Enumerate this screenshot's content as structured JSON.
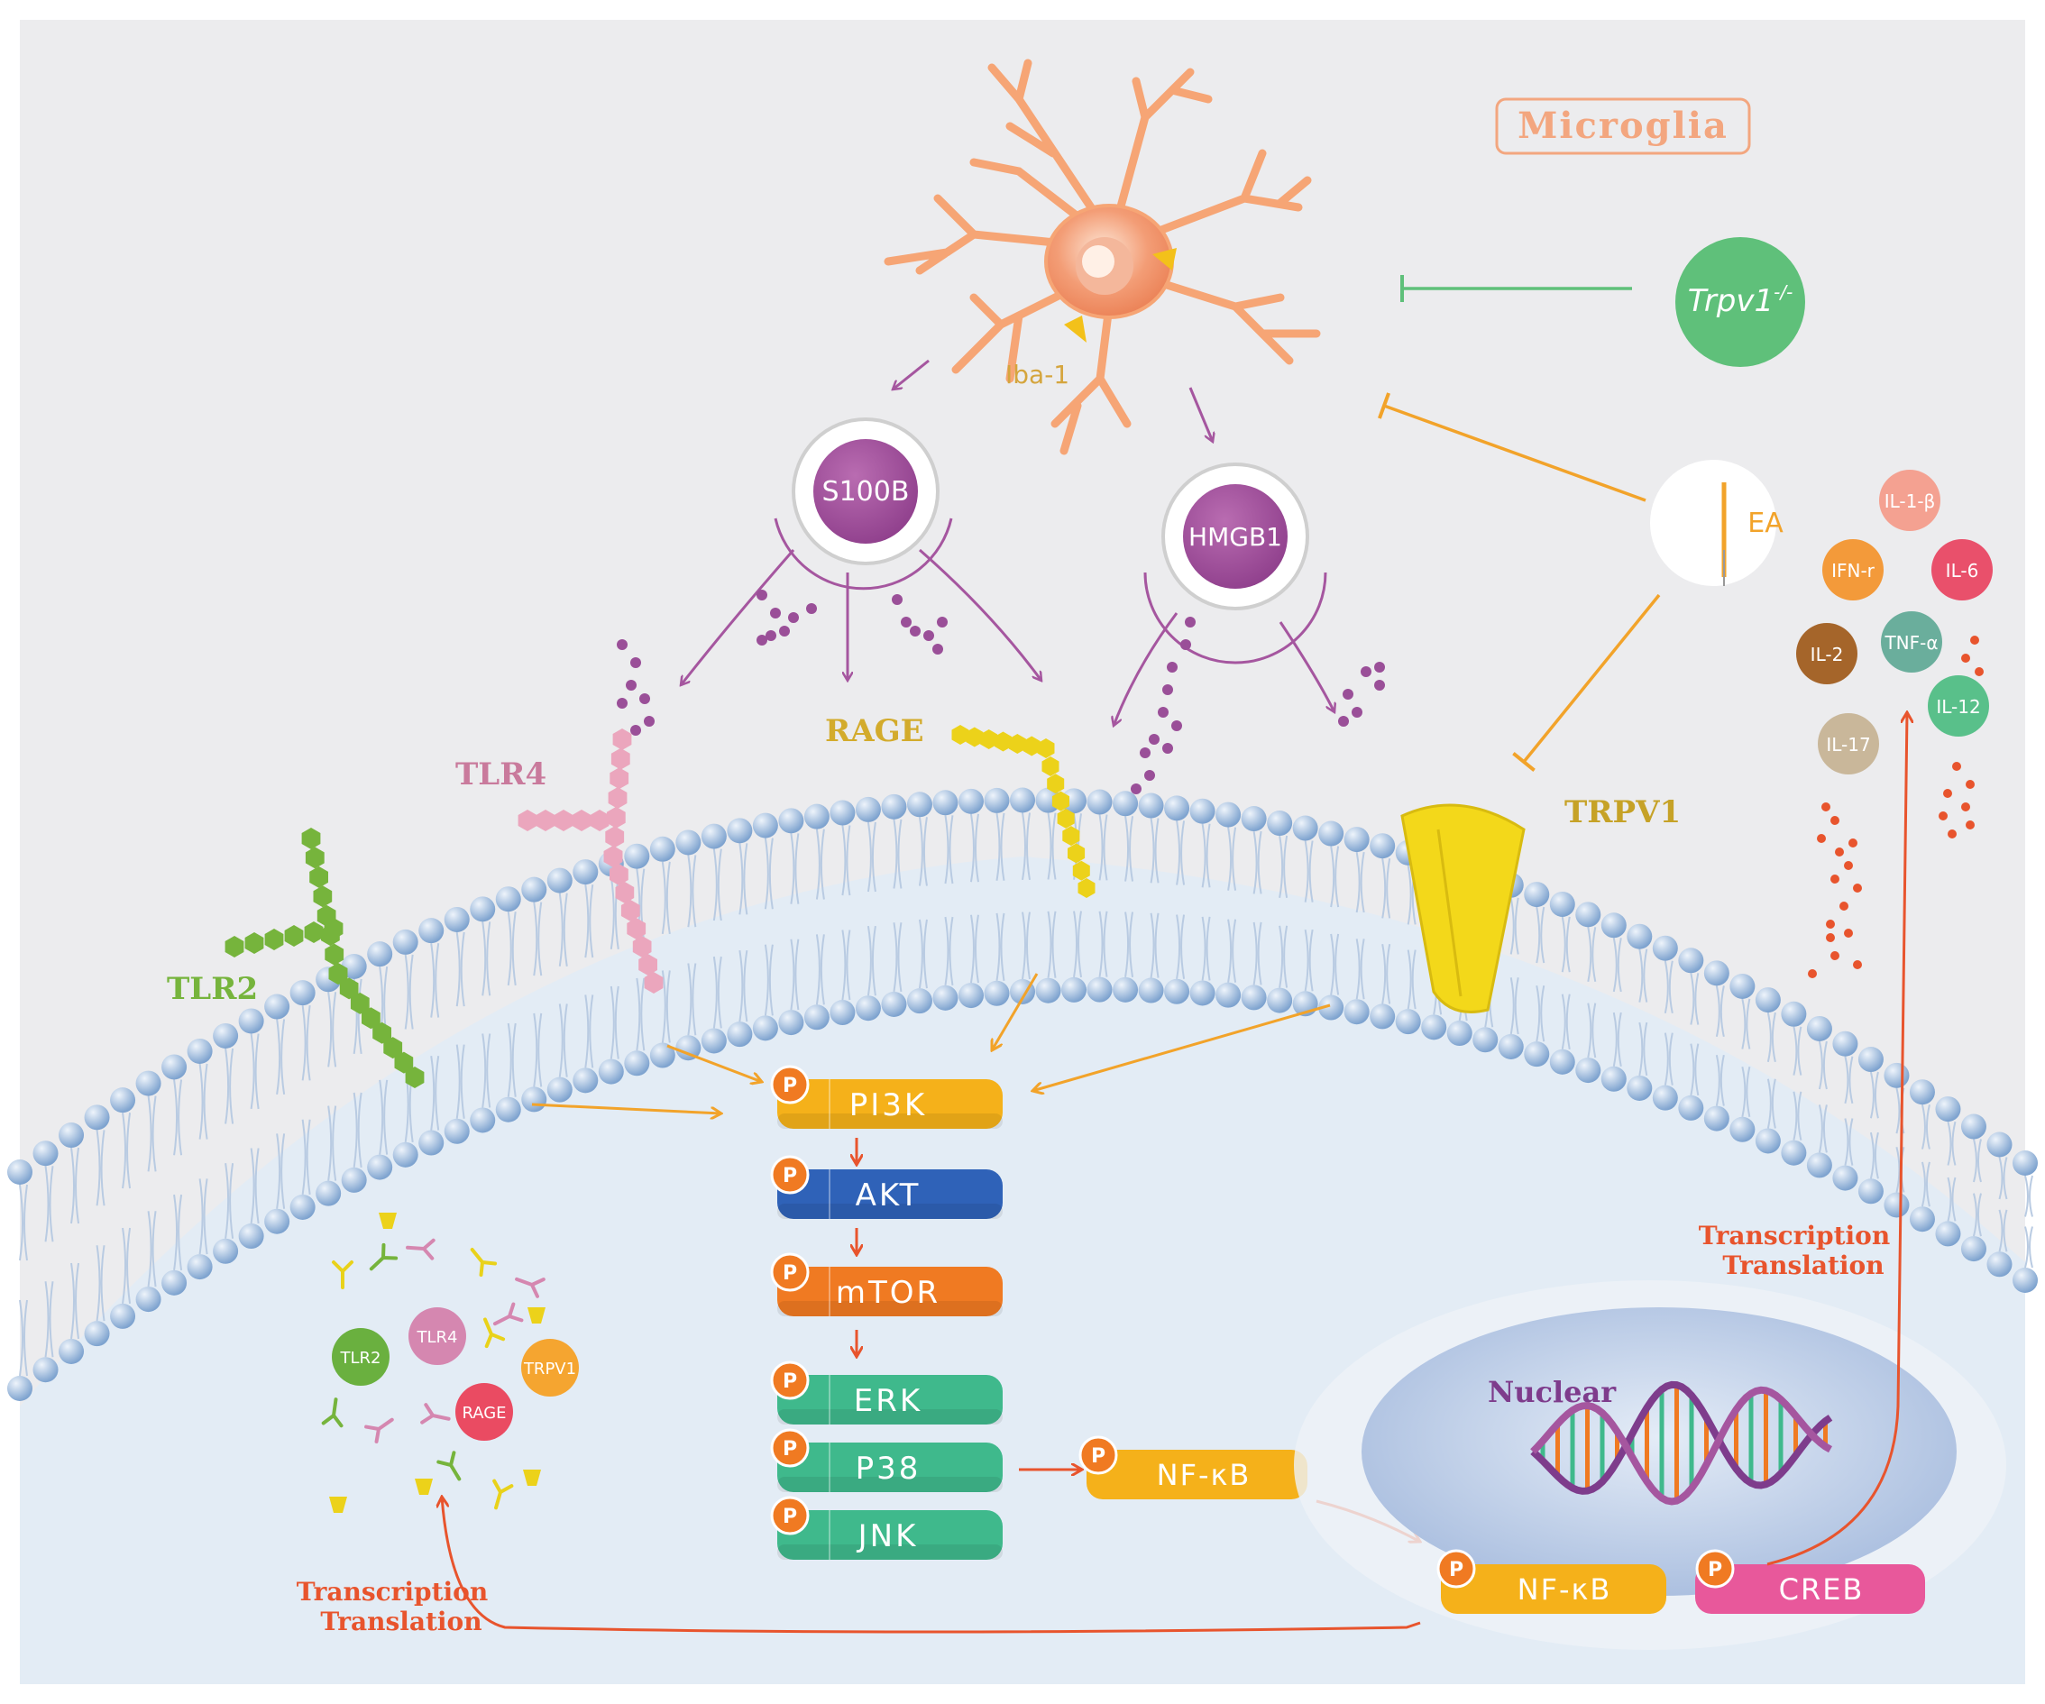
{
  "title": "Microglia",
  "cell": {
    "marker": "Iba-1"
  },
  "ligands": {
    "s100b": "S100B",
    "hmgb1": "HMGB1"
  },
  "receptors": {
    "tlr2": "TLR2",
    "tlr4": "TLR4",
    "rage": "RAGE",
    "trpv1": "TRPV1"
  },
  "interventions": {
    "knockout": "Trpv1-/-",
    "ea": "EA"
  },
  "cascade": [
    {
      "label": "PI3K",
      "phospho": "P",
      "color": "#f5b11a"
    },
    {
      "label": "AKT",
      "phospho": "P",
      "color": "#2f62b8"
    },
    {
      "label": "mTOR",
      "phospho": "P",
      "color": "#f07a22"
    },
    {
      "label": "ERK",
      "phospho": "P",
      "color": "#3fb98c"
    },
    {
      "label": "P38",
      "phospho": "P",
      "color": "#3fb98c"
    },
    {
      "label": "JNK",
      "phospho": "P",
      "color": "#3fb98c"
    }
  ],
  "nfkb_cyto": {
    "label": "NF-κB",
    "phospho": "P"
  },
  "nucleus": {
    "label": "Nuclear",
    "nfkb": "NF-κB",
    "creb": "CREB",
    "phospho": "P"
  },
  "transcription": {
    "line1": "Transcription",
    "line2": "Translation"
  },
  "cytokines": [
    {
      "label": "IL-1-β",
      "color": "#f4a191"
    },
    {
      "label": "IFN-r",
      "color": "#f39a3a"
    },
    {
      "label": "IL-6",
      "color": "#e9506b"
    },
    {
      "label": "IL-2",
      "color": "#a5652a"
    },
    {
      "label": "TNF-α",
      "color": "#6aae9c"
    },
    {
      "label": "IL-12",
      "color": "#59c08a"
    },
    {
      "label": "IL-17",
      "color": "#c9b79a"
    }
  ],
  "receptor_bubbles": [
    {
      "label": "TLR2",
      "color": "#6ab03f"
    },
    {
      "label": "TLR4",
      "color": "#d587b0"
    },
    {
      "label": "RAGE",
      "color": "#ea4b62"
    },
    {
      "label": "TRPV1",
      "color": "#f5a530"
    }
  ],
  "colors": {
    "microglia": "#f6a575",
    "purple": "#a5569f",
    "orange_arrow": "#f2a32a",
    "red_arrow": "#e8542d",
    "green": "#5fc07a",
    "membrane": "#9ebad9",
    "tlr2": "#76b43c",
    "tlr4": "#eba6bd",
    "rage": "#ecd21a",
    "trpv1": "#f3d81a"
  }
}
